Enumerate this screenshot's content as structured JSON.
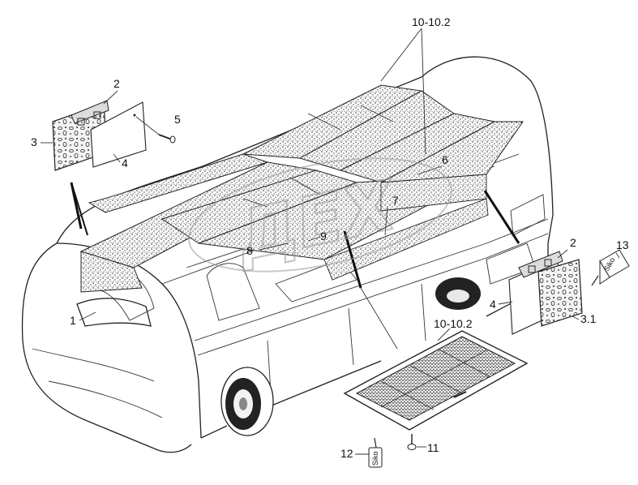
{
  "watermark": "ДЕХ",
  "labels": {
    "l1": "1",
    "l2a": "2",
    "l2b": "2",
    "l3": "3",
    "l31": "3.1",
    "l4a": "4",
    "l4b": "4",
    "l5": "5",
    "l6": "6",
    "l7": "7",
    "l8": "8",
    "l9": "9",
    "l10a": "10-10.2",
    "l10b": "10-10.2",
    "l11": "11",
    "l12": "12",
    "l13": "13"
  },
  "tube_text": {
    "t12": "Siko",
    "t13": "Siko"
  },
  "colors": {
    "ink": "#222222",
    "stipple": "#3a3a3a",
    "watermark": "#9a9a9a"
  }
}
